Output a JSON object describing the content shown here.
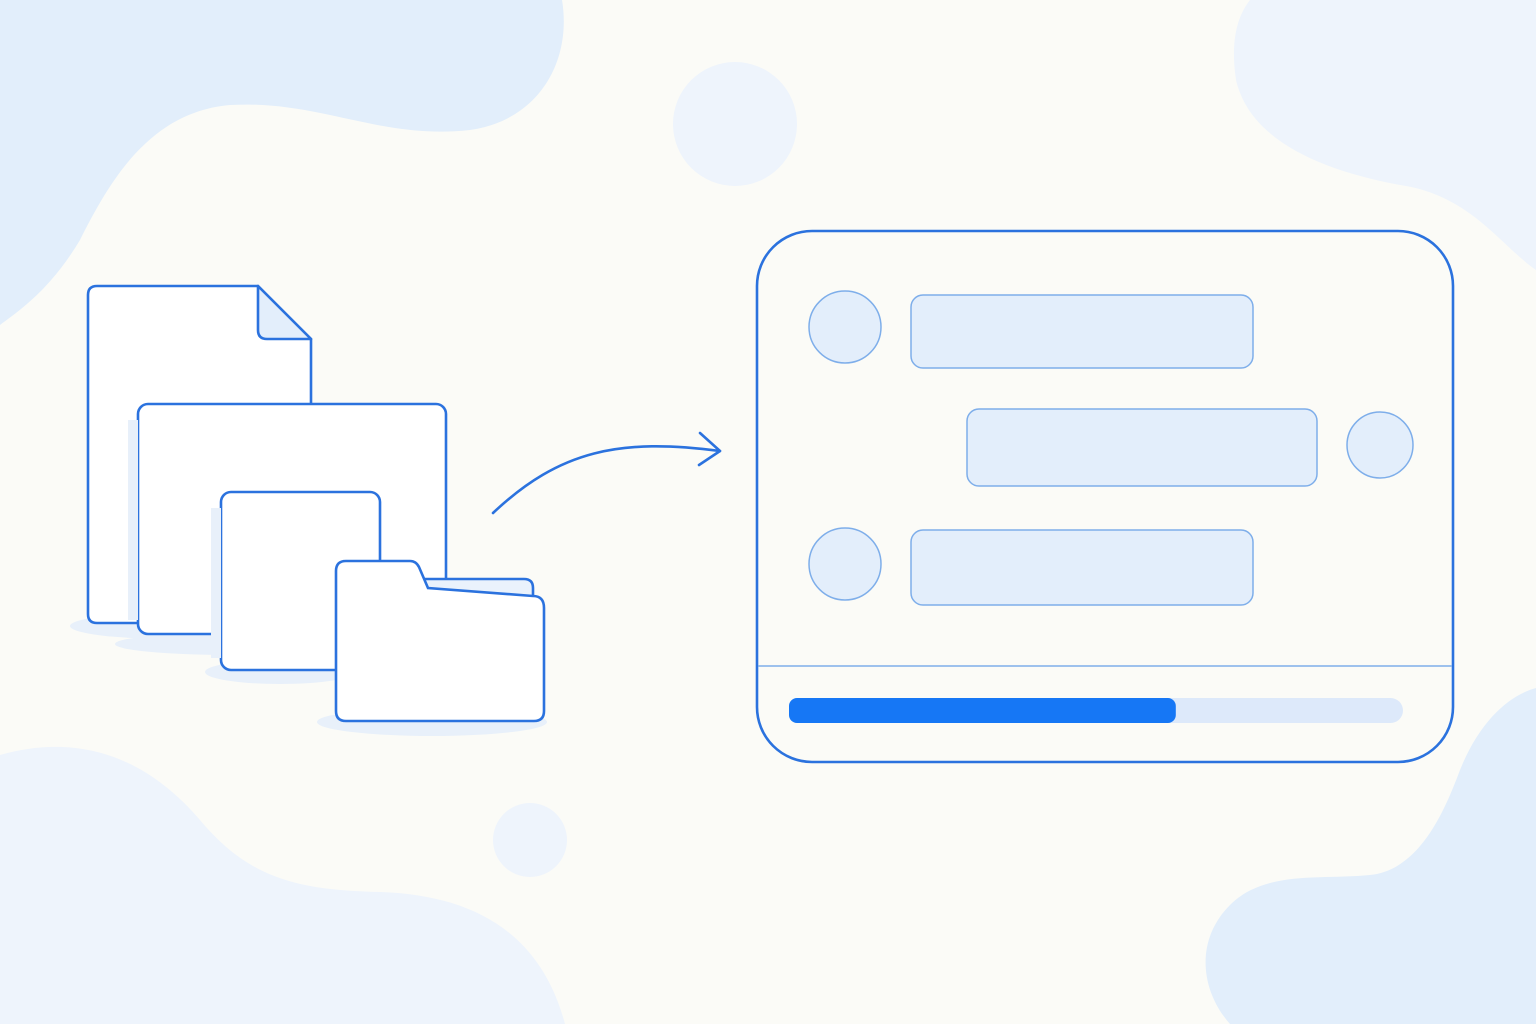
{
  "colors": {
    "background": "#FBFBF7",
    "accent": "#2B72DE",
    "accent_light": "#7EAEEA",
    "fill_light": "#E3EEFB",
    "blob": "#E2EEFB",
    "blob_faint": "#EEF4FC",
    "progress_fill": "#1677F5",
    "progress_track": "#DDE9FA",
    "shadow": "#E8F0FA"
  },
  "icons": {
    "document": "document-icon",
    "window": "window-icon",
    "square": "square-icon",
    "folder": "folder-icon",
    "arrow": "curved-arrow-right-icon"
  },
  "conversation": {
    "messages": [
      {
        "side": "left"
      },
      {
        "side": "right"
      },
      {
        "side": "left"
      }
    ]
  },
  "progress": {
    "value": 0.63
  }
}
